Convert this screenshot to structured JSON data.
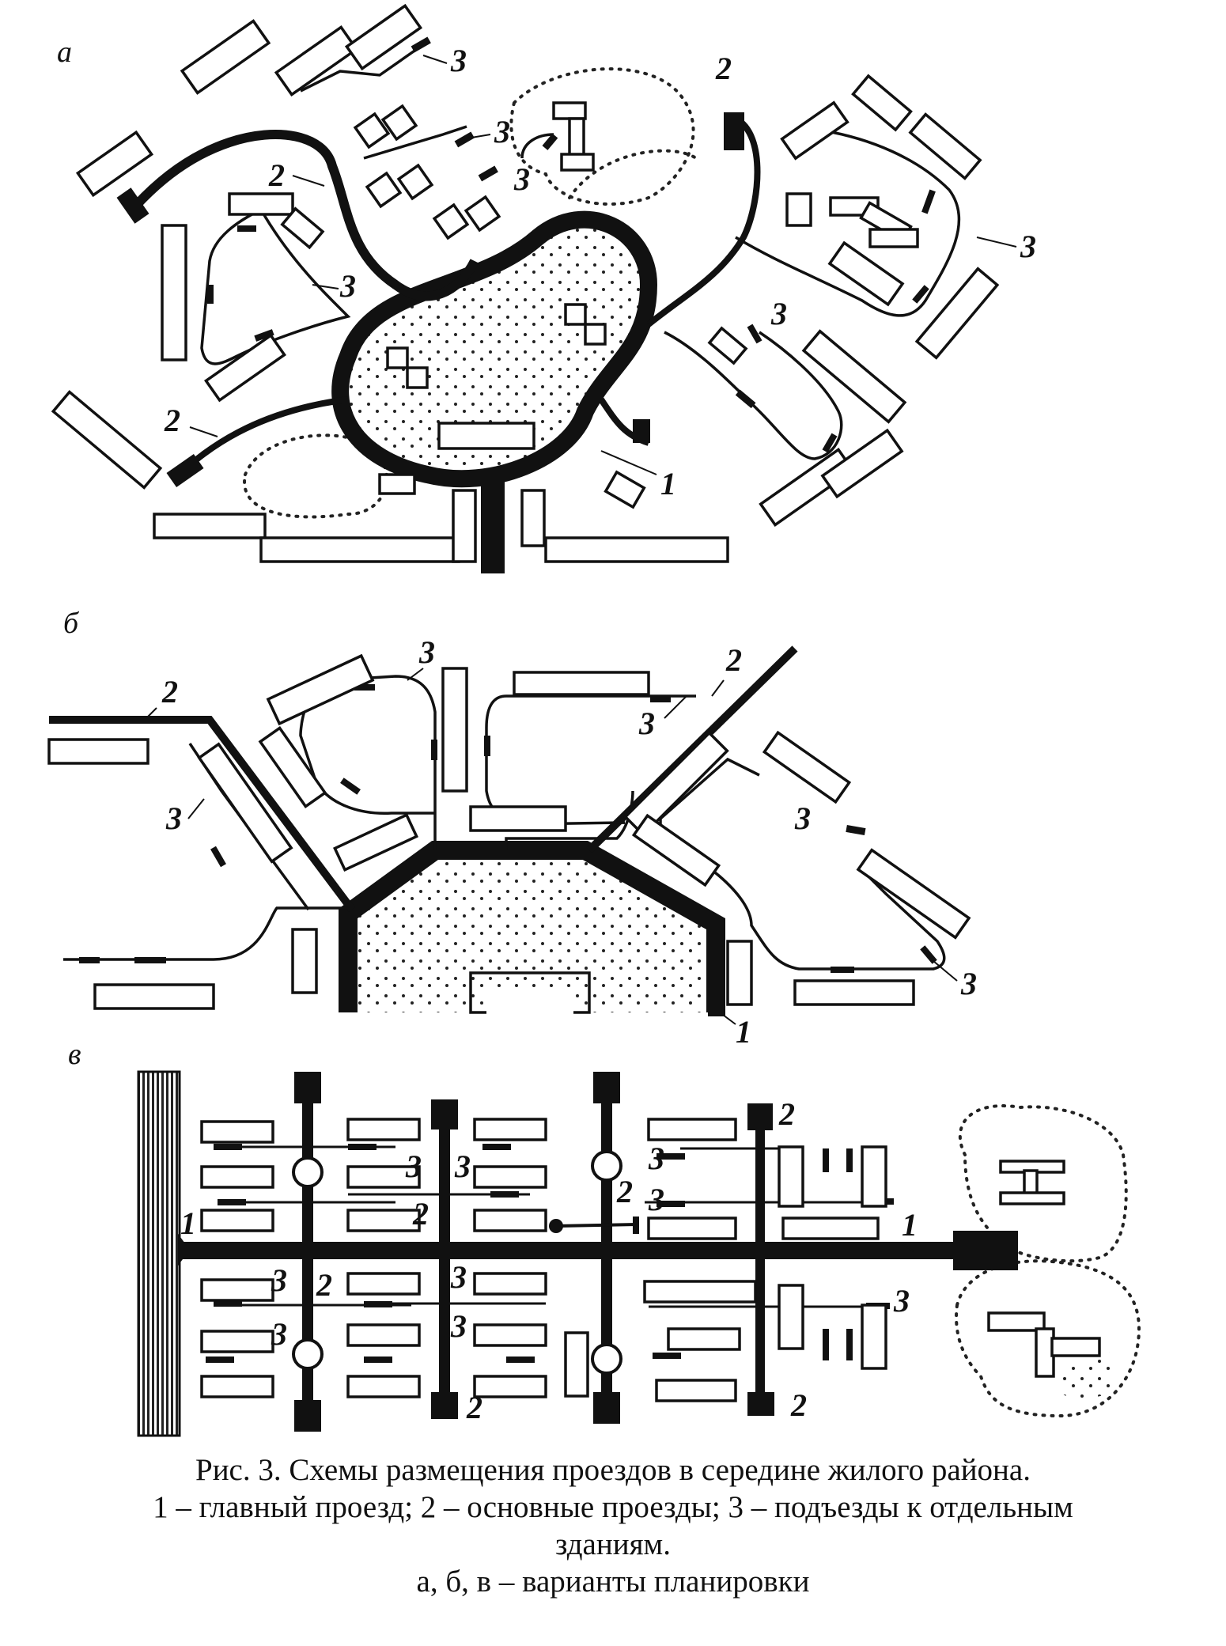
{
  "panels": {
    "a": {
      "letter": "а",
      "labels": {
        "main": "1",
        "secondary": "2",
        "access": "3"
      }
    },
    "b": {
      "letter": "б",
      "labels": {
        "main": "1",
        "secondary": "2",
        "access": "3"
      }
    },
    "c": {
      "letter": "в",
      "labels": {
        "main": "1",
        "secondary": "2",
        "access": "3"
      }
    }
  },
  "caption": {
    "line1": "Рис. 3. Схемы размещения проездов в середине жилого района.",
    "line2": "1 – главный проезд; 2 – основные проезды; 3 – подъезды к отдельным",
    "line3": "зданиям.",
    "line4": "а, б, в – варианты планировки"
  }
}
